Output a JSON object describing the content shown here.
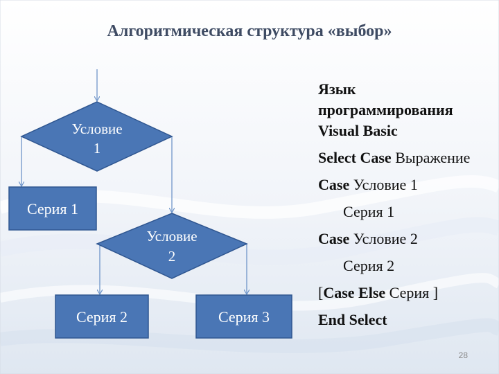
{
  "title": "Алгоритмическая структура «выбор»",
  "flowchart": {
    "cond1": [
      "Условие",
      "1"
    ],
    "cond2": [
      "Условие",
      "2"
    ],
    "series1": "Серия 1",
    "series2": "Серия 2",
    "series3": "Серия 3"
  },
  "code": {
    "heading": [
      "Язык",
      "программирования",
      "Visual Basic"
    ],
    "select_kw": "Select Case",
    "select_rest": " Выражение",
    "case1_kw": "Case",
    "case1_rest": " Условие 1",
    "series1": "Серия 1",
    "case2_kw": "Case",
    "case2_rest": " Условие 2",
    "series2": "Серия 2",
    "else_open": "[",
    "else_kw": "Case Else",
    "else_rest": " Серия ]",
    "end_kw": "End Select"
  },
  "page_number": "28",
  "colors": {
    "shape_fill": "#4a76b5",
    "shape_stroke": "#2f5690",
    "connector": "#6f95c9",
    "title": "#3e4b63"
  }
}
